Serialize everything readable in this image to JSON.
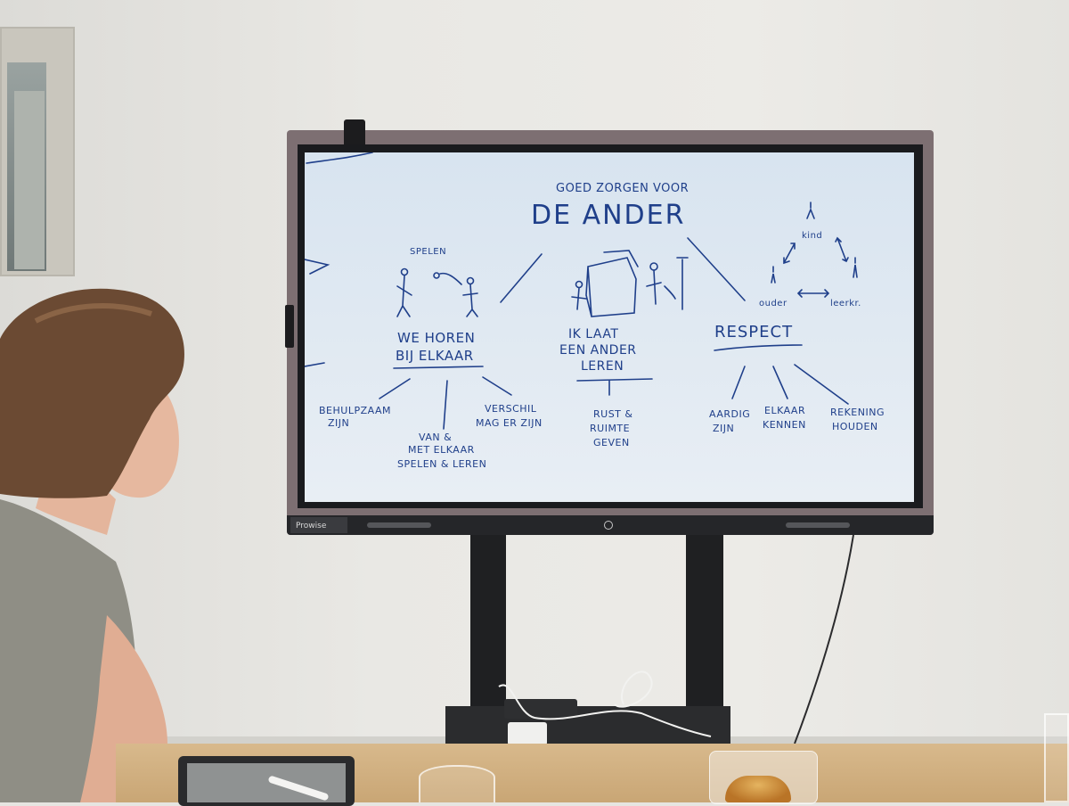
{
  "monitor": {
    "brand": "Prowise"
  },
  "whiteboard": {
    "heading_small": "GOED ZORGEN VOOR",
    "heading_large": "DE ANDER",
    "left": {
      "label_top": "SPELEN",
      "title_line1": "WE HOREN",
      "title_line2": "BIJ ELKAAR",
      "branch_1_line1": "BEHULPZAAM",
      "branch_1_line2": "ZIJN",
      "branch_2_line1": "VAN &",
      "branch_2_line2": "MET ELKAAR",
      "branch_2_line3": "SPELEN & LEREN",
      "branch_3_line1": "VERSCHIL",
      "branch_3_line2": "MAG ER ZIJN"
    },
    "middle": {
      "title_line1": "IK LAAT",
      "title_line2": "EEN ANDER",
      "title_line3": "LEREN",
      "branch_line1": "RUST &",
      "branch_line2": "RUIMTE",
      "branch_line3": "GEVEN"
    },
    "right": {
      "label_kind": "kind",
      "label_ouder": "ouder",
      "label_leerkr": "leerkr.",
      "title": "RESPECT",
      "branch_1_line1": "AARDIG",
      "branch_1_line2": "ZIJN",
      "branch_2_line1": "ELKAAR",
      "branch_2_line2": "KENNEN",
      "branch_3_line1": "REKENING",
      "branch_3_line2": "HOUDEN"
    }
  },
  "colors": {
    "marker": "#1f3f8a",
    "screen": "#dfe8f2",
    "monitor_frame": "#7d6f72"
  }
}
